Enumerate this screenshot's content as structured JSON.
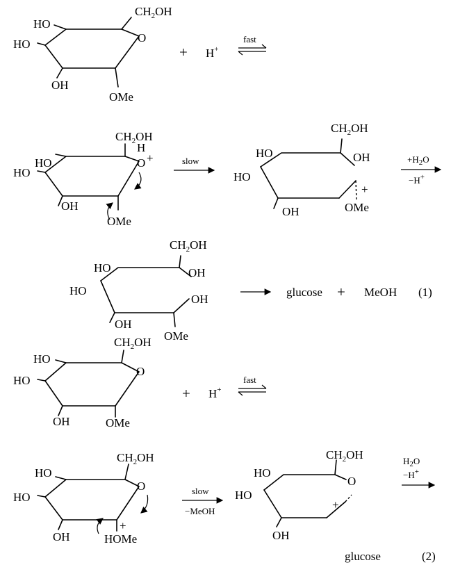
{
  "labels": {
    "oh": "OH",
    "ho": "HO",
    "o": "O",
    "ome": "OMe",
    "homs": "HOMe",
    "ch2oh_main": "CH",
    "ch2oh_sub": "2",
    "ch2oh_tail": "OH",
    "h": "H",
    "plus": "+",
    "hplus_main": "H",
    "hplus_sup": "+",
    "glucose": "glucose",
    "meoh": "MeOH"
  },
  "conditions": {
    "fast": "fast",
    "slow": "slow",
    "plus_h2o_main": "+H",
    "plus_h2o_sub": "2",
    "plus_h2o_tail": "O",
    "minus_hplus_main": "−H",
    "minus_hplus_sup": "+",
    "minus_meoh": "−MeOH",
    "h2o_main": "H",
    "h2o_sub": "2",
    "h2o_tail": "O"
  },
  "equations": {
    "eq1": "(1)",
    "eq2": "(2)"
  }
}
